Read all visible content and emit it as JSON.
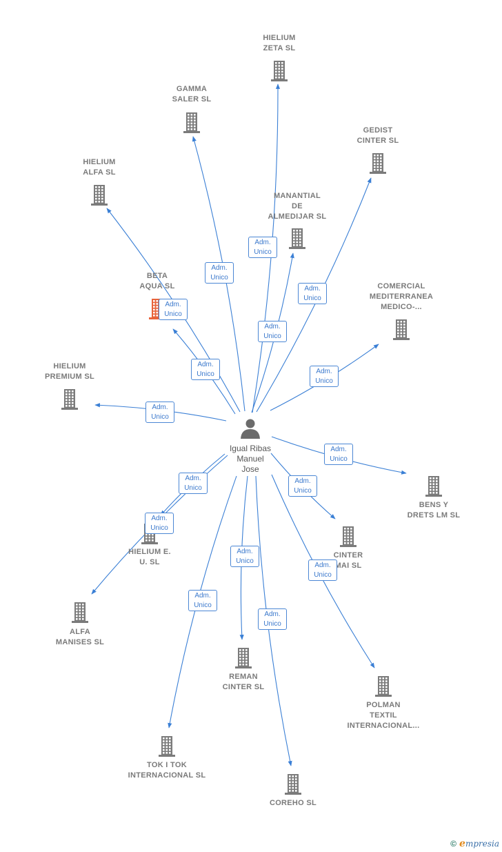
{
  "center": {
    "lines": [
      "Igual Ribas",
      "Manuel",
      "Jose"
    ],
    "icon": "person-icon"
  },
  "edge_label": {
    "line1": "Adm.",
    "line2": "Unico"
  },
  "colors": {
    "edge": "#3a7fd5",
    "building": "#7b7b7b",
    "highlight": "#e8633a",
    "label": "#7a7a7a"
  },
  "nodes": [
    {
      "id": "hielium-zeta",
      "lines": [
        "HIELIUM",
        "ZETA  SL"
      ],
      "highlight": false
    },
    {
      "id": "gamma-saler",
      "lines": [
        "GAMMA",
        "SALER  SL"
      ],
      "highlight": false
    },
    {
      "id": "gedist-cinter",
      "lines": [
        "GEDIST",
        "CINTER  SL"
      ],
      "highlight": false
    },
    {
      "id": "hielium-alfa",
      "lines": [
        "HIELIUM",
        "ALFA  SL"
      ],
      "highlight": false
    },
    {
      "id": "manantial-de-almedijar",
      "lines": [
        "MANANTIAL",
        "DE",
        "ALMEDIJAR  SL"
      ],
      "highlight": false
    },
    {
      "id": "beta-aqua",
      "lines": [
        "BETA",
        "AQUA  SL"
      ],
      "highlight": true
    },
    {
      "id": "comercial-mediterranea",
      "lines": [
        "COMERCIAL",
        "MEDITERRANEA",
        "MEDICO-..."
      ],
      "highlight": false
    },
    {
      "id": "hielium-premium",
      "lines": [
        "HIELIUM",
        "PREMIUM  SL"
      ],
      "highlight": false
    },
    {
      "id": "bens-y-drets-lm",
      "lines": [
        "BENS Y",
        "DRETS LM  SL"
      ],
      "highlight": false
    },
    {
      "id": "hielium-eu",
      "lines": [
        "HIELIUM E.",
        "U.  SL"
      ],
      "highlight": false
    },
    {
      "id": "cinter-mai",
      "lines": [
        "CINTER",
        "MAI  SL"
      ],
      "highlight": false
    },
    {
      "id": "alfa-manises",
      "lines": [
        "ALFA",
        "MANISES  SL"
      ],
      "highlight": false
    },
    {
      "id": "reman-cinter",
      "lines": [
        "REMAN",
        "CINTER  SL"
      ],
      "highlight": false
    },
    {
      "id": "polman-textil",
      "lines": [
        "POLMAN",
        "TEXTIL",
        "INTERNACIONAL..."
      ],
      "highlight": false
    },
    {
      "id": "tok-i-tok",
      "lines": [
        "TOK I TOK",
        "INTERNACIONAL SL"
      ],
      "highlight": false
    },
    {
      "id": "coreho",
      "lines": [
        "COREHO  SL"
      ],
      "highlight": false
    }
  ],
  "brand": {
    "copyright": "©",
    "e": "e",
    "rest": "mpresia"
  }
}
